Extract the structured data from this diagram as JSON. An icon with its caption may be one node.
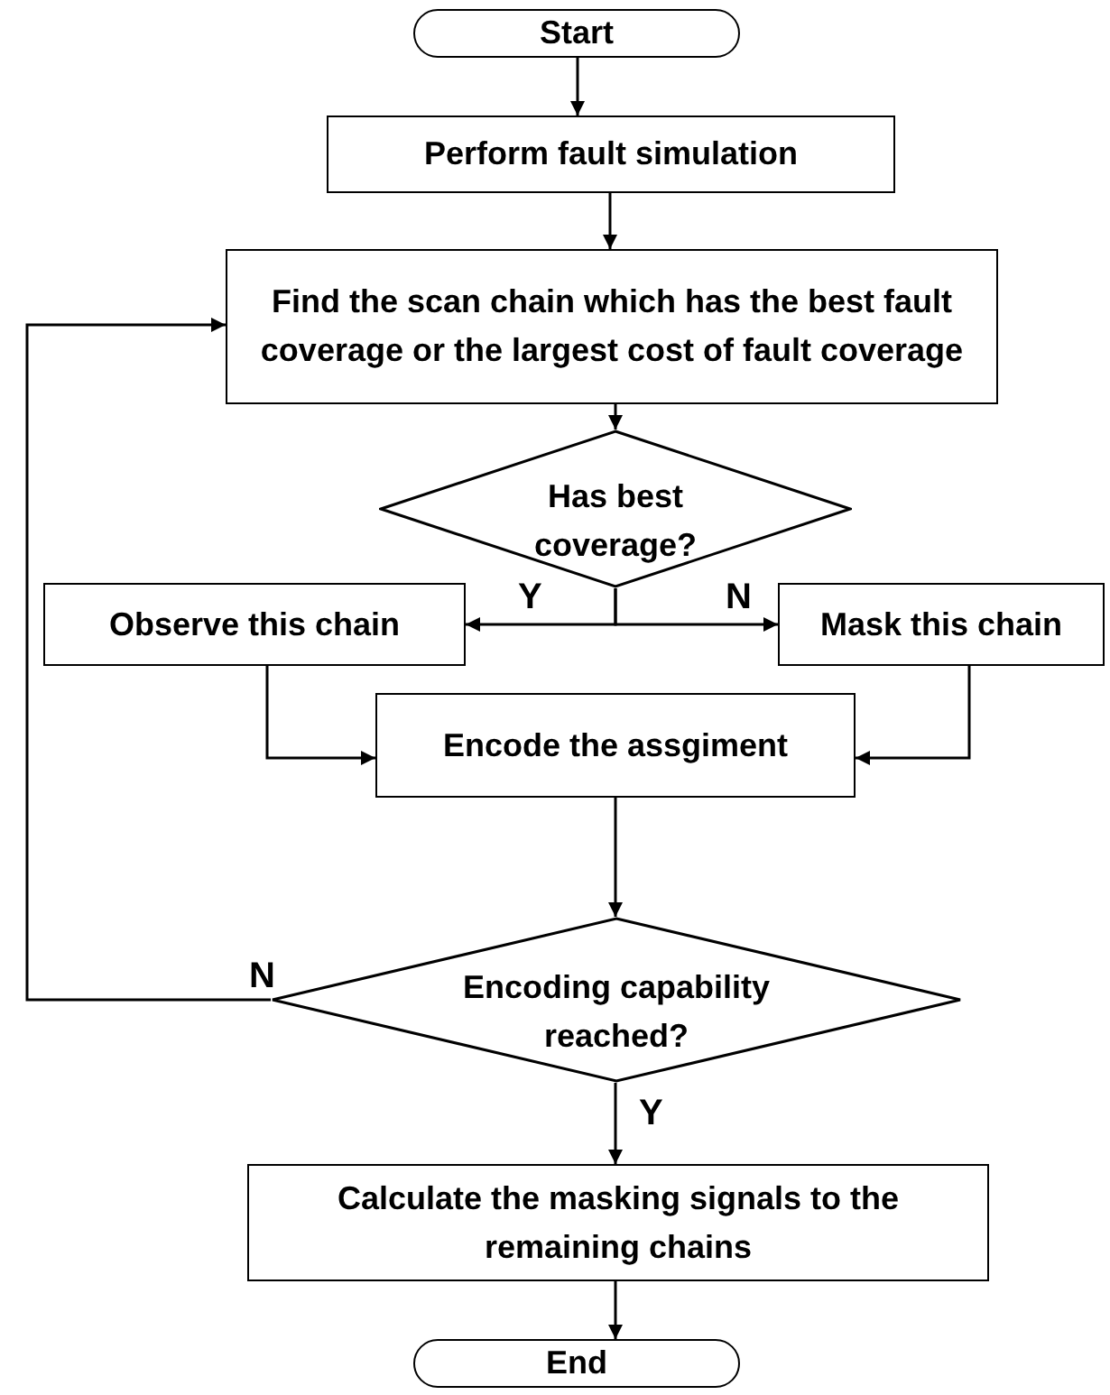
{
  "diagram": {
    "nodes": [
      {
        "text": [
          "Start"
        ]
      },
      {
        "text": [
          "Perform fault simulation"
        ]
      },
      {
        "text": [
          "Find the scan chain which has the best fault coverage or the largest cost of fault coverage"
        ]
      },
      {
        "text": [
          "Has best coverage?"
        ]
      },
      {
        "text": [
          "Observe this chain"
        ]
      },
      {
        "text": [
          "Mask this chain"
        ]
      },
      {
        "text": [
          "Encode the assgiment"
        ]
      },
      {
        "text": [
          "Encoding capability reached?"
        ]
      },
      {
        "text": [
          "Calculate the masking signals to the remaining chains"
        ]
      },
      {
        "text": [
          "End"
        ]
      }
    ],
    "edges": [
      {
        "from": 0,
        "to": 1,
        "arrow": "to"
      },
      {
        "from": 1,
        "to": 2,
        "arrow": "to"
      },
      {
        "from": 2,
        "to": 3,
        "arrow": "to"
      },
      {
        "from": 3,
        "to": 4,
        "arrow": "to",
        "label": "Y"
      },
      {
        "from": 3,
        "to": 5,
        "arrow": "to",
        "label": "N"
      },
      {
        "from": 4,
        "to": 6,
        "arrow": "to"
      },
      {
        "from": 5,
        "to": 6,
        "arrow": "to"
      },
      {
        "from": 6,
        "to": 7,
        "arrow": "to"
      },
      {
        "from": 7,
        "to": 2,
        "arrow": "to",
        "label": "N"
      },
      {
        "from": 7,
        "to": 8,
        "arrow": "to",
        "label": "Y"
      },
      {
        "from": 8,
        "to": 9,
        "arrow": "to"
      }
    ]
  }
}
